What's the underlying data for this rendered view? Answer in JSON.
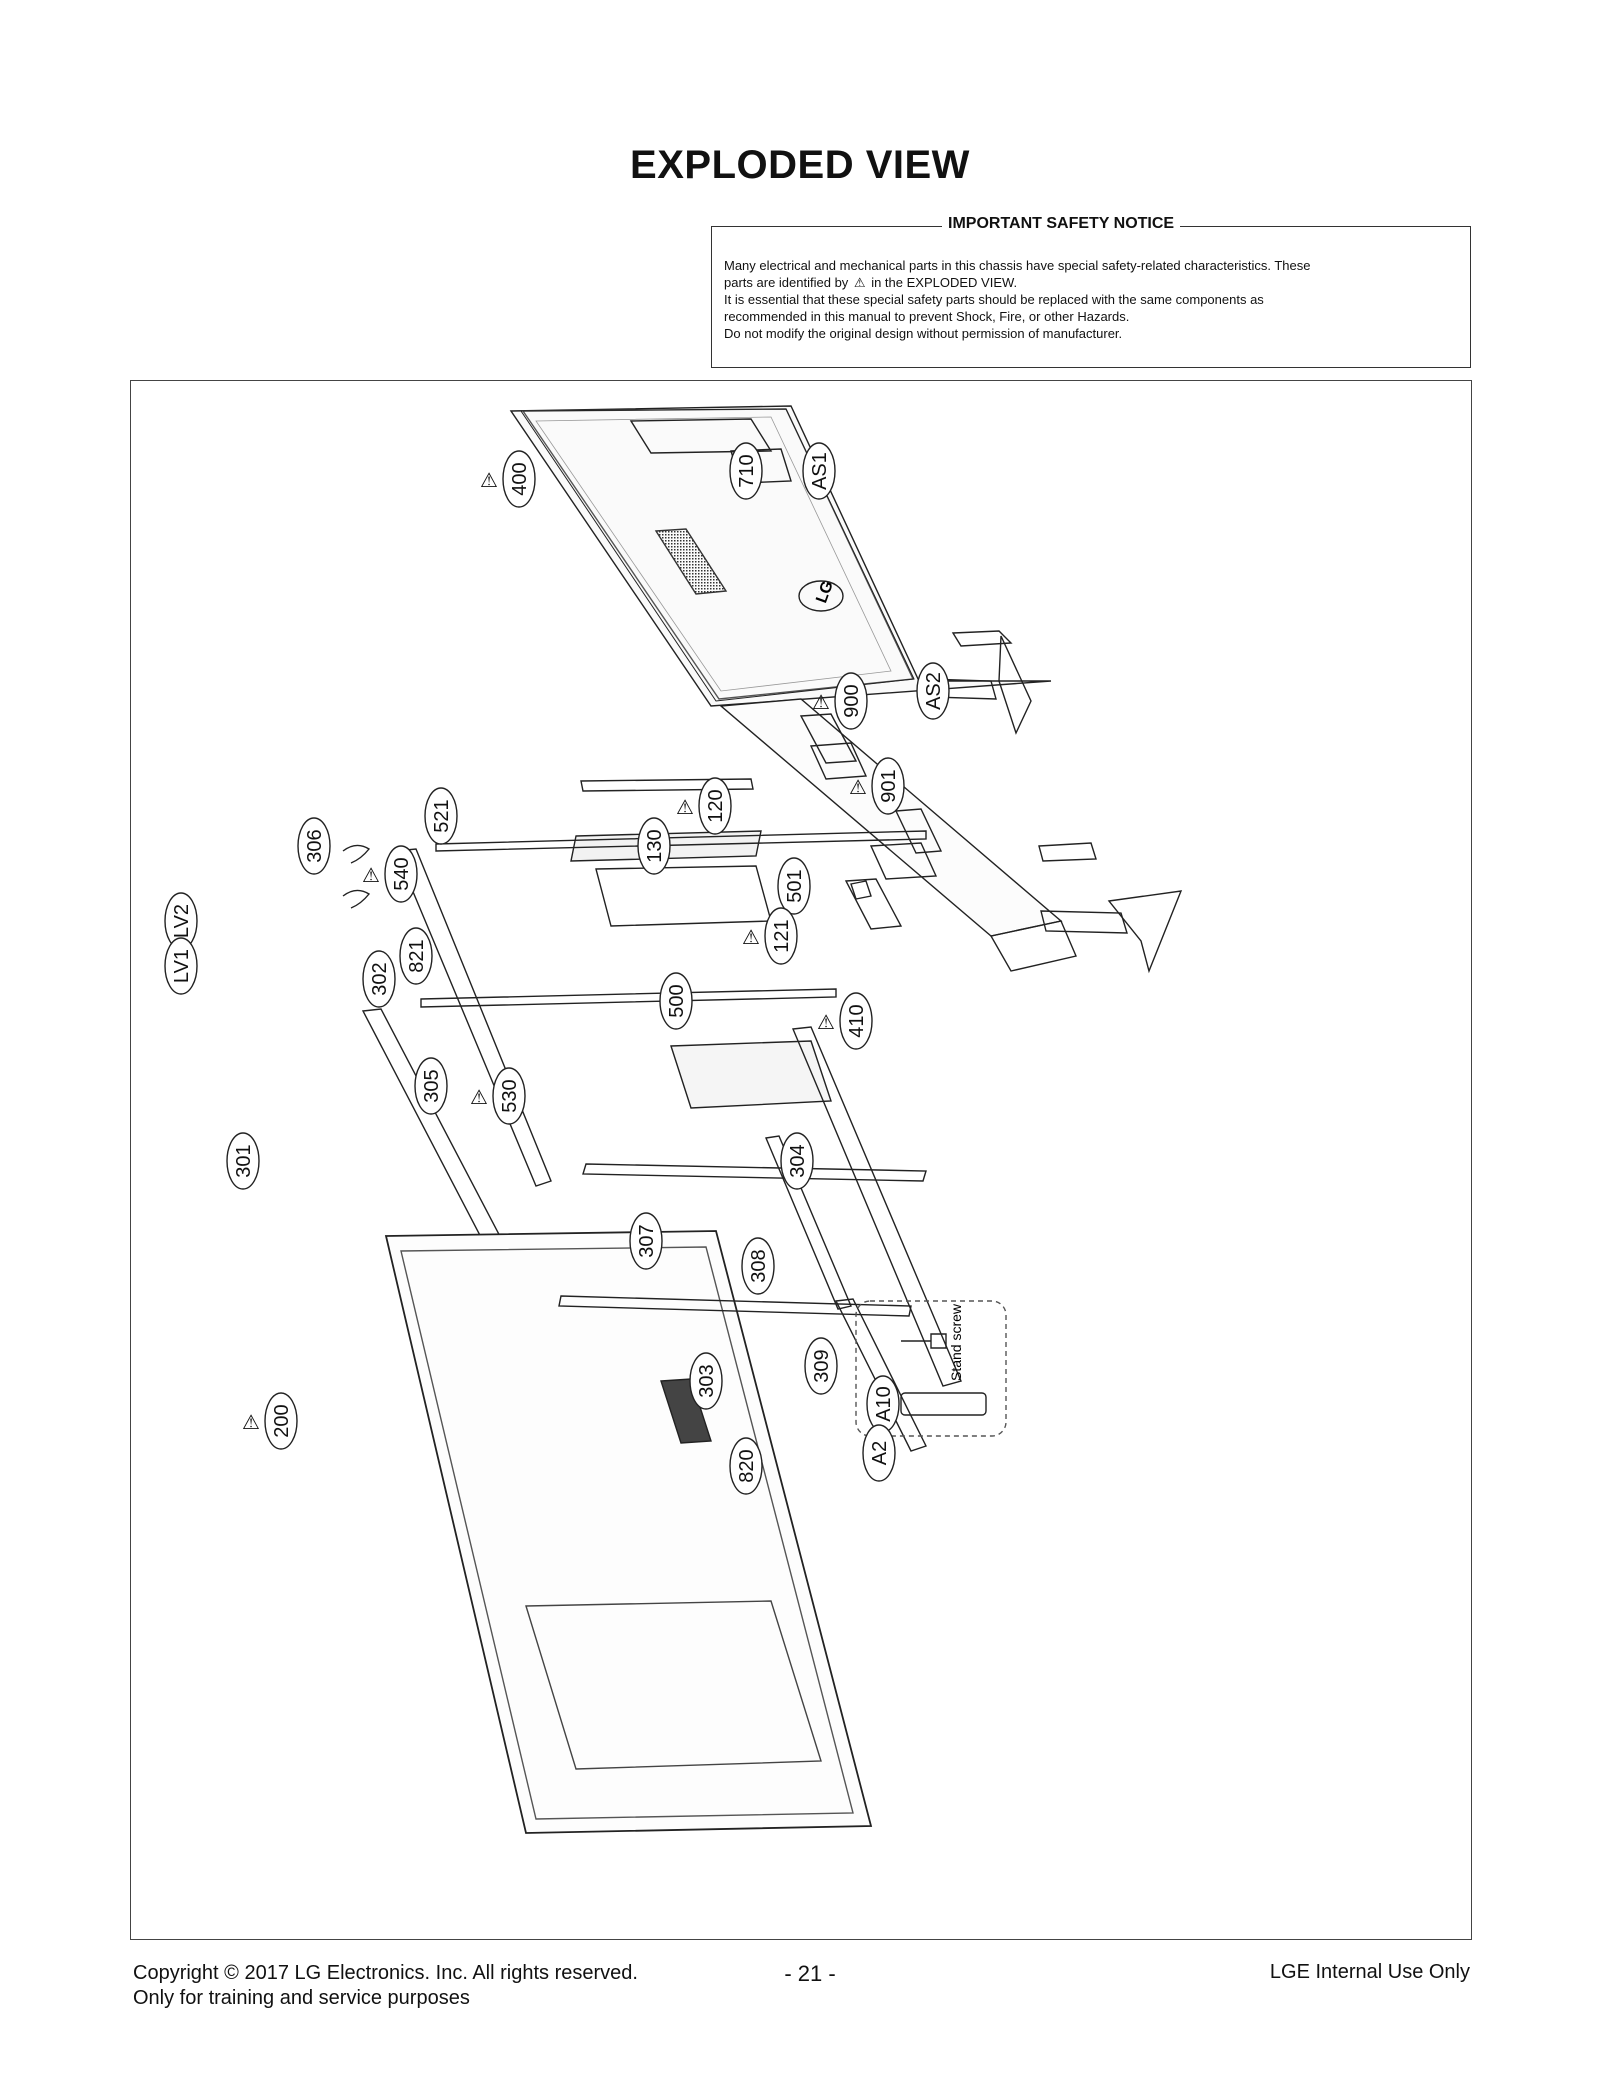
{
  "page": {
    "title": "EXPLODED VIEW",
    "notice": {
      "title": "IMPORTANT SAFETY NOTICE",
      "line1": "Many electrical and mechanical parts in this chassis have special safety-related characteristics. These",
      "line2_a": "parts are identified by",
      "line2_b": "in the EXPLODED VIEW.",
      "line3": "It is essential that these special safety parts should be replaced with the same components as",
      "line4": "recommended in this manual to prevent Shock, Fire, or other Hazards.",
      "line5": "Do not modify the original design without permission of manufacturer."
    },
    "footer": {
      "copyright": "Copyright  © 2017 LG Electronics. Inc. All rights reserved.",
      "training": "Only for training and service purposes",
      "page_number": "- 21 -",
      "internal": "LGE Internal Use Only"
    }
  },
  "callouts": [
    {
      "label": "400",
      "warning": true
    },
    {
      "label": "710",
      "warning": false
    },
    {
      "label": "AS1",
      "warning": false
    },
    {
      "label": "900",
      "warning": true
    },
    {
      "label": "AS2",
      "warning": false
    },
    {
      "label": "120",
      "warning": true
    },
    {
      "label": "901",
      "warning": true
    },
    {
      "label": "130",
      "warning": false
    },
    {
      "label": "521",
      "warning": false
    },
    {
      "label": "306",
      "warning": false
    },
    {
      "label": "540",
      "warning": true
    },
    {
      "label": "501",
      "warning": false
    },
    {
      "label": "121",
      "warning": true
    },
    {
      "label": "LV2",
      "warning": false
    },
    {
      "label": "LV1",
      "warning": false
    },
    {
      "label": "821",
      "warning": false
    },
    {
      "label": "302",
      "warning": false
    },
    {
      "label": "500",
      "warning": false
    },
    {
      "label": "410",
      "warning": true
    },
    {
      "label": "305",
      "warning": false
    },
    {
      "label": "530",
      "warning": true
    },
    {
      "label": "301",
      "warning": false
    },
    {
      "label": "304",
      "warning": false
    },
    {
      "label": "307",
      "warning": false
    },
    {
      "label": "308",
      "warning": false
    },
    {
      "label": "309",
      "warning": false
    },
    {
      "label": "303",
      "warning": false
    },
    {
      "label": "200",
      "warning": true
    },
    {
      "label": "820",
      "warning": false
    },
    {
      "label": "A10",
      "warning": false
    },
    {
      "label": "A2",
      "warning": false
    }
  ],
  "accessories": {
    "stand_screw_label": "Stand screw"
  },
  "logo_text": "LG"
}
